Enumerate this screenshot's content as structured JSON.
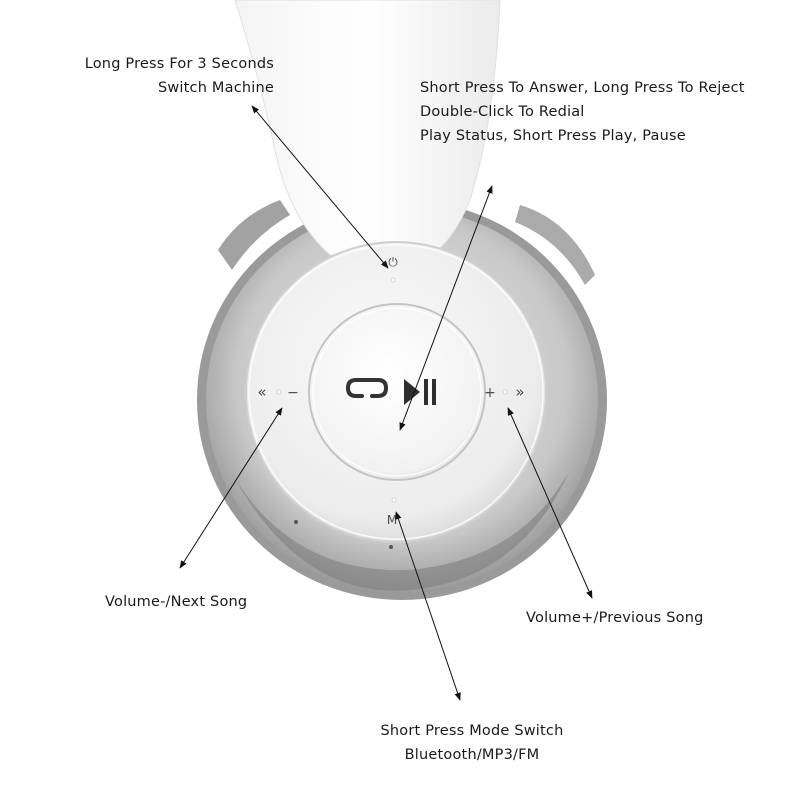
{
  "annotations": {
    "power": [
      "Long Press For 3 Seconds",
      "Switch Machine"
    ],
    "call_play": [
      "Short Press To Answer, Long Press To Reject",
      "Double-Click To Redial",
      "Play Status, Short Press Play, Pause"
    ],
    "volume_down": [
      "Volume-/Next Song"
    ],
    "volume_up": [
      "Volume+/Previous Song"
    ],
    "mode": [
      "Short Press Mode Switch",
      "Bluetooth/MP3/FM"
    ]
  },
  "buttons": {
    "power_symbol": "⏻",
    "left_symbol": "«",
    "minus_symbol": "−",
    "plus_symbol": "+",
    "right_symbol": "»",
    "mode_symbol": "M"
  }
}
